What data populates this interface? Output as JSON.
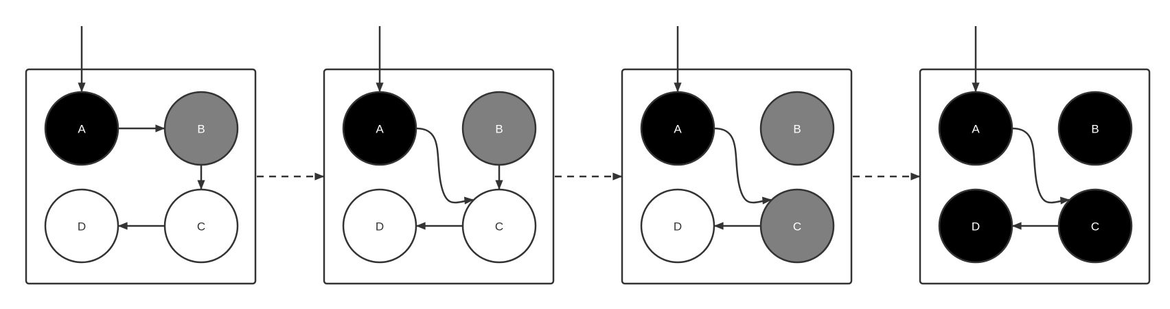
{
  "colors": {
    "stroke": "#333333",
    "black": "#000000",
    "gray": "#7f7f7f",
    "white": "#ffffff",
    "label_on_dark": "#ffffff",
    "label_on_light": "#333333"
  },
  "panels": [
    {
      "nodes": [
        {
          "id": "A",
          "label": "A",
          "fill": "black"
        },
        {
          "id": "B",
          "label": "B",
          "fill": "gray"
        },
        {
          "id": "D",
          "label": "D",
          "fill": "white"
        },
        {
          "id": "C",
          "label": "C",
          "fill": "white"
        }
      ],
      "edges": [
        [
          "A",
          "B"
        ],
        [
          "B",
          "C"
        ],
        [
          "C",
          "D"
        ]
      ]
    },
    {
      "nodes": [
        {
          "id": "A",
          "label": "A",
          "fill": "black"
        },
        {
          "id": "B",
          "label": "B",
          "fill": "gray"
        },
        {
          "id": "D",
          "label": "D",
          "fill": "white"
        },
        {
          "id": "C",
          "label": "C",
          "fill": "white"
        }
      ],
      "edges": [
        [
          "A",
          "C"
        ],
        [
          "B",
          "C"
        ],
        [
          "C",
          "D"
        ]
      ]
    },
    {
      "nodes": [
        {
          "id": "A",
          "label": "A",
          "fill": "black"
        },
        {
          "id": "B",
          "label": "B",
          "fill": "gray"
        },
        {
          "id": "D",
          "label": "D",
          "fill": "white"
        },
        {
          "id": "C",
          "label": "C",
          "fill": "gray"
        }
      ],
      "edges": [
        [
          "A",
          "C"
        ],
        [
          "C",
          "D"
        ]
      ]
    },
    {
      "nodes": [
        {
          "id": "A",
          "label": "A",
          "fill": "black"
        },
        {
          "id": "B",
          "label": "B",
          "fill": "black"
        },
        {
          "id": "D",
          "label": "D",
          "fill": "black"
        },
        {
          "id": "C",
          "label": "C",
          "fill": "black"
        }
      ],
      "edges": [
        [
          "A",
          "C"
        ],
        [
          "C",
          "D"
        ]
      ]
    }
  ]
}
